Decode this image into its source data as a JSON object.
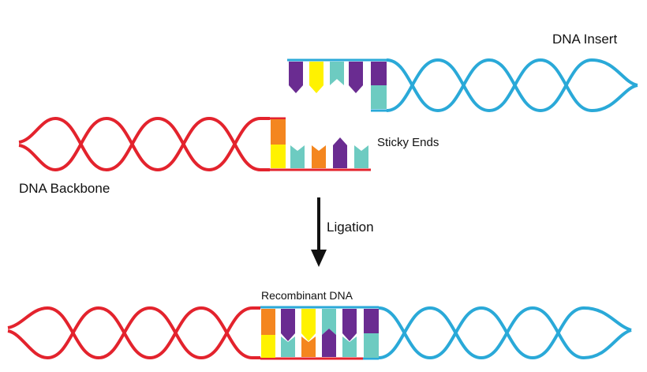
{
  "labels": {
    "dna_insert": "DNA Insert",
    "sticky_ends": "Sticky Ends",
    "dna_backbone": "DNA Backbone",
    "ligation": "Ligation",
    "recombinant_dna": "Recombinant DNA"
  },
  "colors": {
    "backbone_strand": "#e3232d",
    "insert_strand": "#2aa9d8",
    "base_purple": "#6a2c91",
    "base_yellow": "#fff200",
    "base_teal": "#6dcbc1",
    "base_orange": "#f4861f",
    "arrow": "#111111"
  }
}
